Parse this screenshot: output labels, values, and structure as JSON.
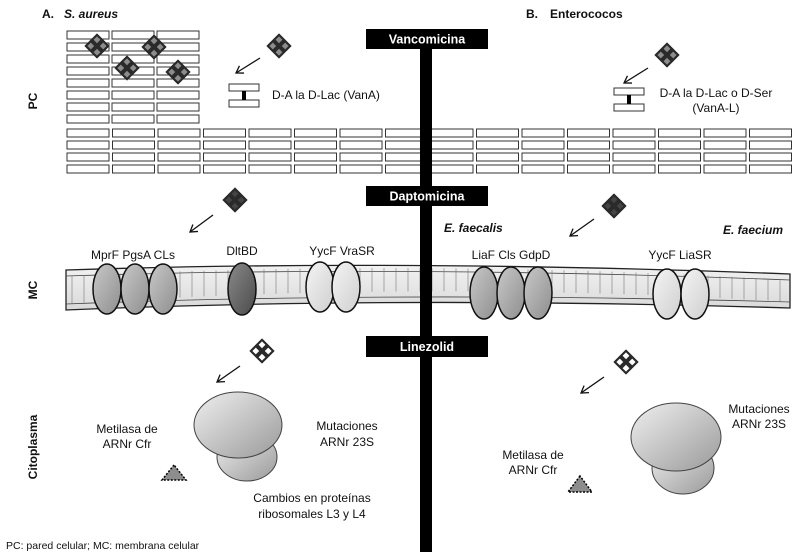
{
  "panels": {
    "a_label": "A.",
    "a_organism": "S. aureus",
    "b_label": "B.",
    "b_organism": "Enterococos"
  },
  "drugs": {
    "vancomicina": "Vancomicina",
    "daptomicina": "Daptomicina",
    "linezolid": "Linezolid"
  },
  "layers": {
    "pc": "PC",
    "mc": "MC",
    "citoplasma": "Citoplasma"
  },
  "wall": {
    "left_target": "D-A la D-Lac (VanA)",
    "right_target_line1": "D-A la D-Lac o D-Ser",
    "right_target_line2": "(VanA-L)"
  },
  "membrane": {
    "e_faecalis": "E. faecalis",
    "e_faecium": "E. faecium",
    "mprf": "MprF PgsA CLs",
    "dltbd": "DltBD",
    "ycff_vrasr": "YycF VraSR",
    "liaf": "LiaF Cls GdpD",
    "ycff_liasr": "YycF LiaSR"
  },
  "cytoplasm": {
    "left_cfr_line1": "Metilasa de",
    "left_cfr_line2": "ARNr Cfr",
    "left_mut_line1": "Mutaciones",
    "left_mut_line2": "ARNr 23S",
    "left_prot_line1": "Cambios en proteínas",
    "left_prot_line2": "ribosomales L3 y L4",
    "right_mut_line1": "Mutaciones",
    "right_mut_line2": "ARNr 23S",
    "right_cfr_line1": "Metilasa de",
    "right_cfr_line2": "ARNr Cfr"
  },
  "footnote": "PC: pared celular; MC: membrana celular"
}
